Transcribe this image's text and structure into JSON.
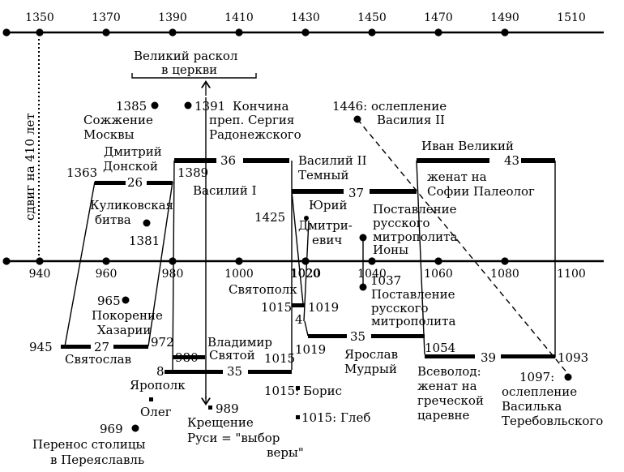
{
  "top_axis": {
    "ticks": [
      "1350",
      "1370",
      "1390",
      "1410",
      "1430",
      "1450",
      "1470",
      "1490",
      "1510"
    ]
  },
  "bottom_axis": {
    "ticks": [
      "940",
      "960",
      "980",
      "1000",
      "1020",
      "1040",
      "1060",
      "1080",
      "1100"
    ]
  },
  "shift_label": "сдвиг на 410 лет",
  "schism": {
    "line1": "Великий раскол",
    "line2": "в церкви"
  },
  "upper": {
    "moscow_burning": {
      "year": "1385",
      "line1": "Сожжение",
      "line2": "Москвы"
    },
    "sergius": {
      "year": "1391",
      "line1": "Кончина",
      "line2": "преп. Сергия",
      "line3": "Радонежского"
    },
    "vasily2_blinding": {
      "line1": "1446: ослепление",
      "line2": "Василия II"
    },
    "dmitry": {
      "line1": "Дмитрий",
      "line2": "Донской",
      "start": "1363",
      "duration": "26",
      "end": "1389"
    },
    "vasily1": {
      "name": "Василий I",
      "duration": "36"
    },
    "vasily2": {
      "line1": "Василий II",
      "line2": "Темный",
      "duration": "37"
    },
    "ivan": {
      "name": "Иван Великий",
      "duration": "43",
      "note1": "женат на",
      "note2": "Софии Палеолог"
    },
    "yury": {
      "year": "1425",
      "line1": "Юрий",
      "line2": "Дмитри-",
      "line3": "евич"
    },
    "kulikovo": {
      "line1": "Куликовская",
      "line2": "битва",
      "year": "1381"
    },
    "iona_upper": {
      "line1": "Поставление",
      "line2": "русского",
      "line3": "митрополита",
      "line4": "Ионы"
    }
  },
  "lower": {
    "khazaria": {
      "year": "965",
      "line1": "Покорение",
      "line2": "Хазарии"
    },
    "svyatoslav": {
      "start": "945",
      "duration": "27",
      "end": "972",
      "name": "Святослав"
    },
    "yaropolk": {
      "duration": "8",
      "name": "Ярополк"
    },
    "oleg": {
      "name": "Олег"
    },
    "vladimir": {
      "line1": "Владимир",
      "line2": "Святой",
      "start": "980",
      "duration": "35",
      "end": "1015"
    },
    "baptism": {
      "year": "989",
      "line1": "Крещение",
      "line2": "Руси = \"выбор",
      "line3": "веры\""
    },
    "capital": {
      "year": "969",
      "line1": "Перенос столицы",
      "line2": "в Переяславль"
    },
    "svyatopolk": {
      "name": "Святополк",
      "start": "1015",
      "duration": "4",
      "end": "1019",
      "axis_label": "1020"
    },
    "boris": {
      "text": "1015: Борис"
    },
    "gleb": {
      "text": "1015: Глеб"
    },
    "yaroslav": {
      "start": "1019",
      "duration": "35",
      "end": "1054",
      "line1": "Ярослав",
      "line2": "Мудрый"
    },
    "vsevolod": {
      "duration": "39",
      "end": "1093",
      "line1": "Всеволод:",
      "line2": "женат на",
      "line3": "греческой",
      "line4": "царевне"
    },
    "iona_lower": {
      "year": "1037",
      "line1": "Поставление",
      "line2": "русского",
      "line3": "митрополита"
    },
    "vasilko": {
      "line1": "1097:",
      "line2": "ослепление",
      "line3": "Василька",
      "line4": "Теребовльского"
    }
  }
}
